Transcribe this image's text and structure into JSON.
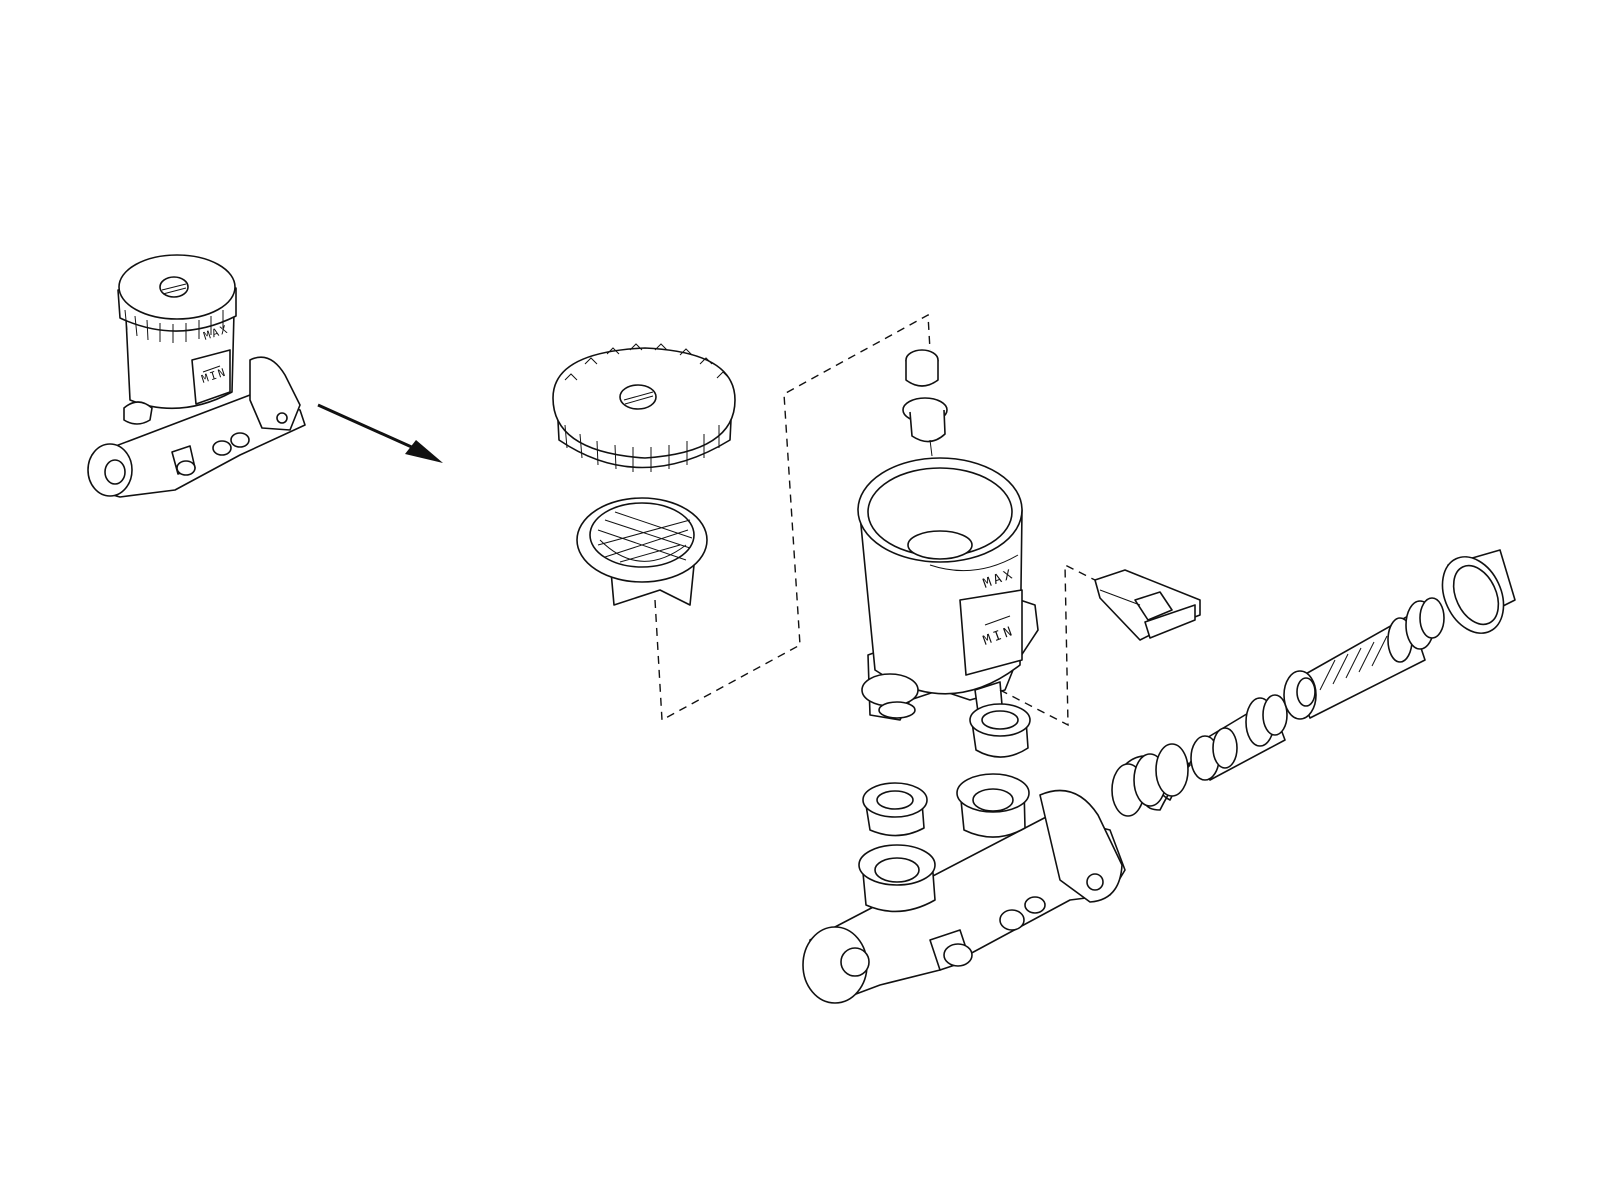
{
  "labels": {
    "small_max": "MAX",
    "small_min": "MIN",
    "large_max": "MAX",
    "large_min": "MIN"
  },
  "parts": [
    "assembled-master-cylinder",
    "reservoir-cap",
    "reservoir-strainer",
    "reservoir-tank",
    "reservoir-pin",
    "level-sensor-connector",
    "grommet",
    "primary-piston",
    "secondary-piston",
    "return-spring",
    "piston-stopper-cap",
    "cylinder-body"
  ],
  "colors": {
    "line": "#111111",
    "background": "#ffffff"
  }
}
